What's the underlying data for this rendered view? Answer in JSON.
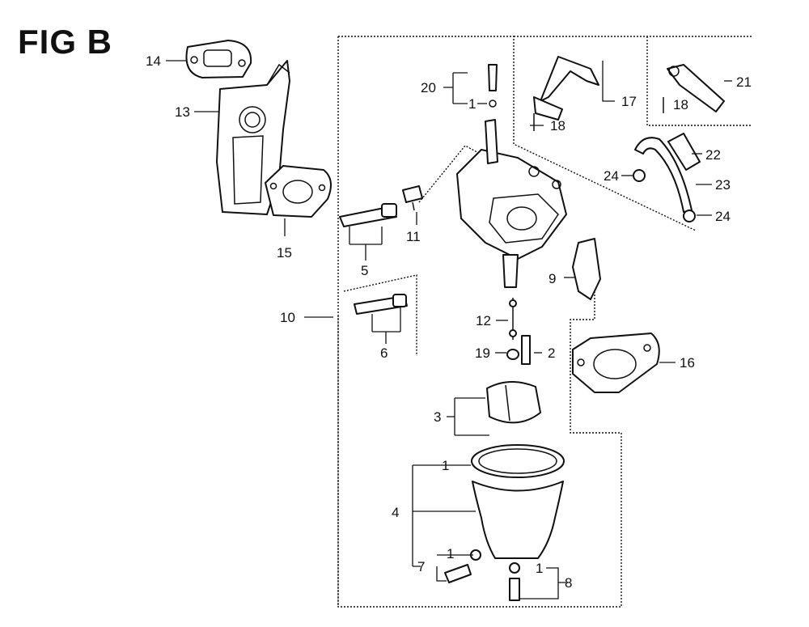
{
  "figure": {
    "title": "FIG B"
  },
  "callouts": {
    "c1a": "1",
    "c1b": "1",
    "c1c": "1",
    "c1d": "1",
    "c2": "2",
    "c3": "3",
    "c4": "4",
    "c5": "5",
    "c6": "6",
    "c7": "7",
    "c8": "8",
    "c9": "9",
    "c10": "10",
    "c11": "11",
    "c12": "12",
    "c13": "13",
    "c14": "14",
    "c15": "15",
    "c16": "16",
    "c17": "17",
    "c18a": "18",
    "c18b": "18",
    "c19": "19",
    "c20": "20",
    "c21": "21",
    "c22": "22",
    "c23": "23",
    "c24a": "24",
    "c24b": "24"
  }
}
